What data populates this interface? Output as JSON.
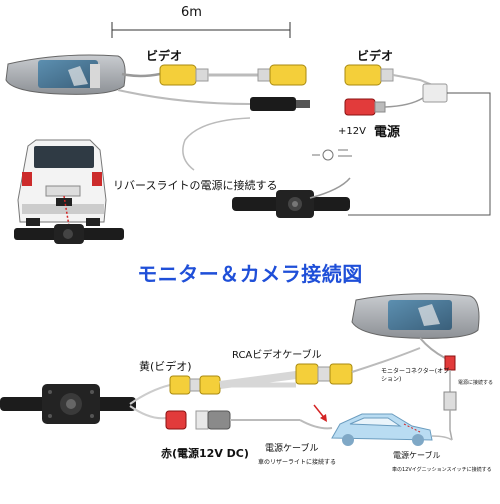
{
  "top": {
    "cable_length": "6m",
    "video_label_left": "ビデオ",
    "video_label_right": "ビデオ",
    "plus_12v": "+12V",
    "power_label": "電源",
    "reverse_light_note": "リバースライトの電源に接続する"
  },
  "title": "モニター＆カメラ接続図",
  "bottom": {
    "yellow_video": "黄(ビデオ)",
    "rca_video_cable": "RCAビデオケーブル",
    "monitor_connector": "モニターコネクター(オプション)",
    "monitor_power_note": "電源に接続する",
    "red_power": "赤(電源12V DC)",
    "power_cable_center": "電源ケーブル",
    "power_cable_center_note": "車のリザーライトに接続する",
    "power_cable_right": "電源ケーブル",
    "ignition_note": "車の12Vイグニッションスイッチに接続する"
  },
  "colors": {
    "title": "#1f4fd8",
    "rca_yellow": "#f4cf3a",
    "rca_red": "#e23b3b",
    "rca_gray": "#8a8a8a",
    "arrow_red": "#d42424",
    "car_blue": "#b9dcf2"
  }
}
